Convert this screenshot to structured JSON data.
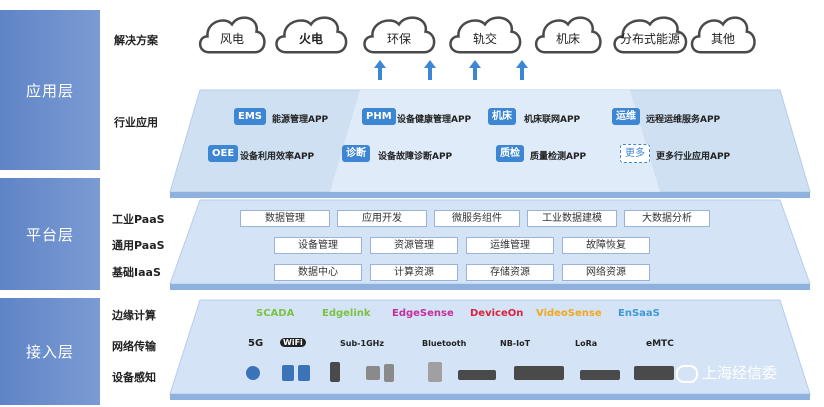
{
  "layers": [
    {
      "label": "应用层"
    },
    {
      "label": "平台层"
    },
    {
      "label": "接入层"
    }
  ],
  "rows": {
    "solutions": "解决方案",
    "industry_apps": "行业应用",
    "industrial_paas": "工业PaaS",
    "general_paas": "通用PaaS",
    "basic_iaas": "基础IaaS",
    "edge_computing": "边缘计算",
    "network": "网络传输",
    "sensing": "设备感知"
  },
  "solutions": [
    "风电",
    "火电",
    "环保",
    "轨交",
    "机床",
    "分布式能源",
    "其他"
  ],
  "industry_apps": [
    {
      "tag": "EMS",
      "name": "能源管理APP"
    },
    {
      "tag": "PHM",
      "name": "设备健康管理APP"
    },
    {
      "tag": "机床",
      "name": "机床联网APP"
    },
    {
      "tag": "运维",
      "name": "远程运维服务APP"
    },
    {
      "tag": "OEE",
      "name": "设备利用效率APP"
    },
    {
      "tag": "诊断",
      "name": "设备故障诊断APP"
    },
    {
      "tag": "质检",
      "name": "质量检测APP"
    },
    {
      "tag": "更多",
      "name": "更多行业应用APP"
    }
  ],
  "industrial_paas": [
    "数据管理",
    "应用开发",
    "微服务组件",
    "工业数据建模",
    "大数据分析"
  ],
  "general_paas": [
    "设备管理",
    "资源管理",
    "运维管理",
    "故障恢复"
  ],
  "basic_iaas": [
    "数据中心",
    "计算资源",
    "存储资源",
    "网络资源"
  ],
  "edge": [
    {
      "name": "SCADA",
      "color": "#7cc242"
    },
    {
      "name": "Edgelink",
      "color": "#7cc242"
    },
    {
      "name": "EdgeSense",
      "color": "#c2309b"
    },
    {
      "name": "DeviceOn",
      "color": "#d9243c"
    },
    {
      "name": "VideoSense",
      "color": "#f0a81e"
    },
    {
      "name": "EnSaaS",
      "color": "#3d9ad6"
    }
  ],
  "network": [
    "5G",
    "WiFi",
    "Sub-1GHz",
    "Bluetooth",
    "NB-IoT",
    "LoRa",
    "eMTC"
  ],
  "watermark": "上海经信委",
  "colors": {
    "band": "#6a8cca",
    "tag": "#3d86d4",
    "plate": "#cfe0f3"
  }
}
